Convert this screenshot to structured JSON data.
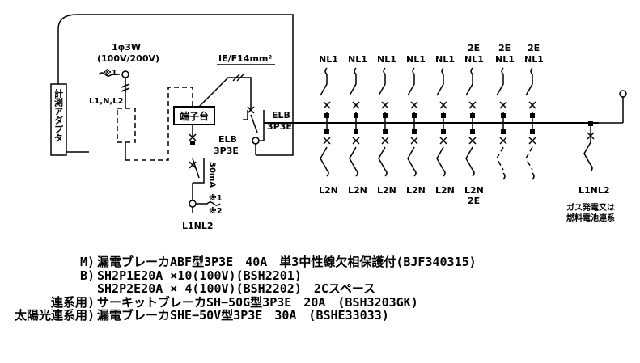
{
  "diagram": {
    "adapter_label": "計測アダプタ",
    "supply_label": "1φ3W",
    "supply_voltage": "(100V/200V)",
    "note_mark_top": "※1",
    "l1nl2_top": "L1,N,L2",
    "ground_wire": "IE/F14mm²",
    "terminal_block": "端子台",
    "main_elb_name": "ELB",
    "main_elb_rating": "3P3E",
    "sub_elb_name": "ELB",
    "sub_elb_rating": "3P3E",
    "sensitivity": "30mA",
    "note_mark_1": "※1",
    "note_mark_2": "※2",
    "l1nl2_bottom": "L1NL2",
    "branches": [
      {
        "top": [
          "NL1"
        ],
        "bottom": [
          "L2N"
        ]
      },
      {
        "top": [
          "NL1"
        ],
        "bottom": [
          "L2N"
        ]
      },
      {
        "top": [
          "NL1"
        ],
        "bottom": [
          "L2N"
        ]
      },
      {
        "top": [
          "NL1"
        ],
        "bottom": [
          "L2N"
        ]
      },
      {
        "top": [
          "NL1"
        ],
        "bottom": [
          "L2N"
        ]
      },
      {
        "top": [
          "2E",
          "NL1"
        ],
        "bottom": [
          "L2N",
          "2E"
        ]
      },
      {
        "top": [
          "2E",
          "NL1"
        ],
        "bottom": []
      },
      {
        "top": [
          "2E",
          "NL1"
        ],
        "bottom": []
      }
    ],
    "gas_branch_label": "L1NL2",
    "gas_note_1": "ガス発電又は",
    "gas_note_2": "燃料電池連系"
  },
  "notes": [
    {
      "label": "M)",
      "text": "漏電ブレーカABF型3P3E　40A　単3中性線欠相保護付(BJF340315)"
    },
    {
      "label": "B)",
      "text": "SH2P1E20A ×10(100V)(BSH2201)"
    },
    {
      "label": "",
      "text": "SH2P2E20A × 4(100V)(BSH2202)　2Cスペース"
    },
    {
      "label": "連系用)",
      "text": "サーキットブレーカSH−50G型3P3E　20A　(BSH3203GK)"
    },
    {
      "label": "太陽光連系用)",
      "text": "漏電ブレーカSHE−50V型3P3E　30A　(BSHE33033)"
    }
  ]
}
